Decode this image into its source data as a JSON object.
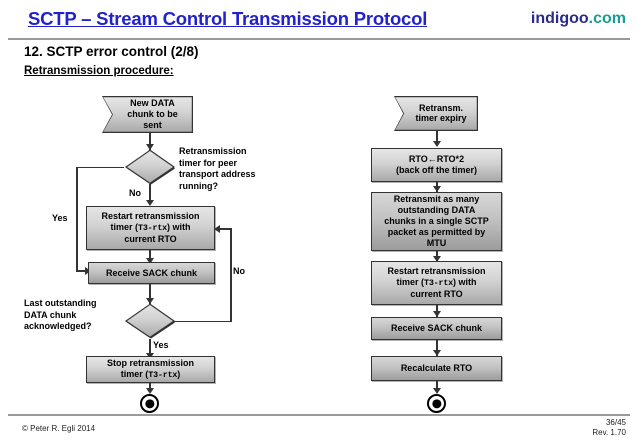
{
  "header": {
    "title": "SCTP – Stream Control Transmission Protocol",
    "brand_main": "indigoo",
    "brand_tld": ".com",
    "brand_color_main": "#2a2a8c",
    "brand_color_tld": "#1a9e8f",
    "title_color": "#2222cc"
  },
  "subhead": {
    "section": "12. SCTP error control (2/8)",
    "topic": "Retransmission procedure:"
  },
  "footer": {
    "copyright": "© Peter R. Egli 2014",
    "page": "36/45",
    "revision": "Rev. 1.70"
  },
  "flow_left": {
    "start": "New DATA\nchunk to be\nsent",
    "decision1": "Retransmission\ntimer for peer\ntransport address\nrunning?",
    "decision1_no": "No",
    "decision1_yes": "Yes",
    "box_restart_l1": "Restart retransmission",
    "box_restart_l2a": "timer (",
    "box_restart_mono": "T3-rtx",
    "box_restart_l2b": ") with",
    "box_restart_l3": "current RTO",
    "box_sack": "Receive SACK chunk",
    "decision2": "Last outstanding\nDATA chunk\nacknowledged?",
    "decision2_no": "No",
    "decision2_yes": "Yes",
    "box_stop_l1": "Stop retransmission",
    "box_stop_l2a": "timer (",
    "box_stop_mono": "T3-rtx",
    "box_stop_l2b": ")"
  },
  "flow_right": {
    "start": "Retransm.\ntimer expiry",
    "box_rto_l1": "RTO←RTO*2",
    "box_rto_l2": "(back off the timer)",
    "box_retransmit": "Retransmit as many\noutstanding DATA\nchunks in a single SCTP\npacket as permitted by\nMTU",
    "box_restart_l1": "Restart retransmission",
    "box_restart_l2a": "timer (",
    "box_restart_mono": "T3-rtx",
    "box_restart_l2b": ") with",
    "box_restart_l3": "current RTO",
    "box_sack": "Receive SACK chunk",
    "box_recalc": "Recalculate RTO"
  }
}
